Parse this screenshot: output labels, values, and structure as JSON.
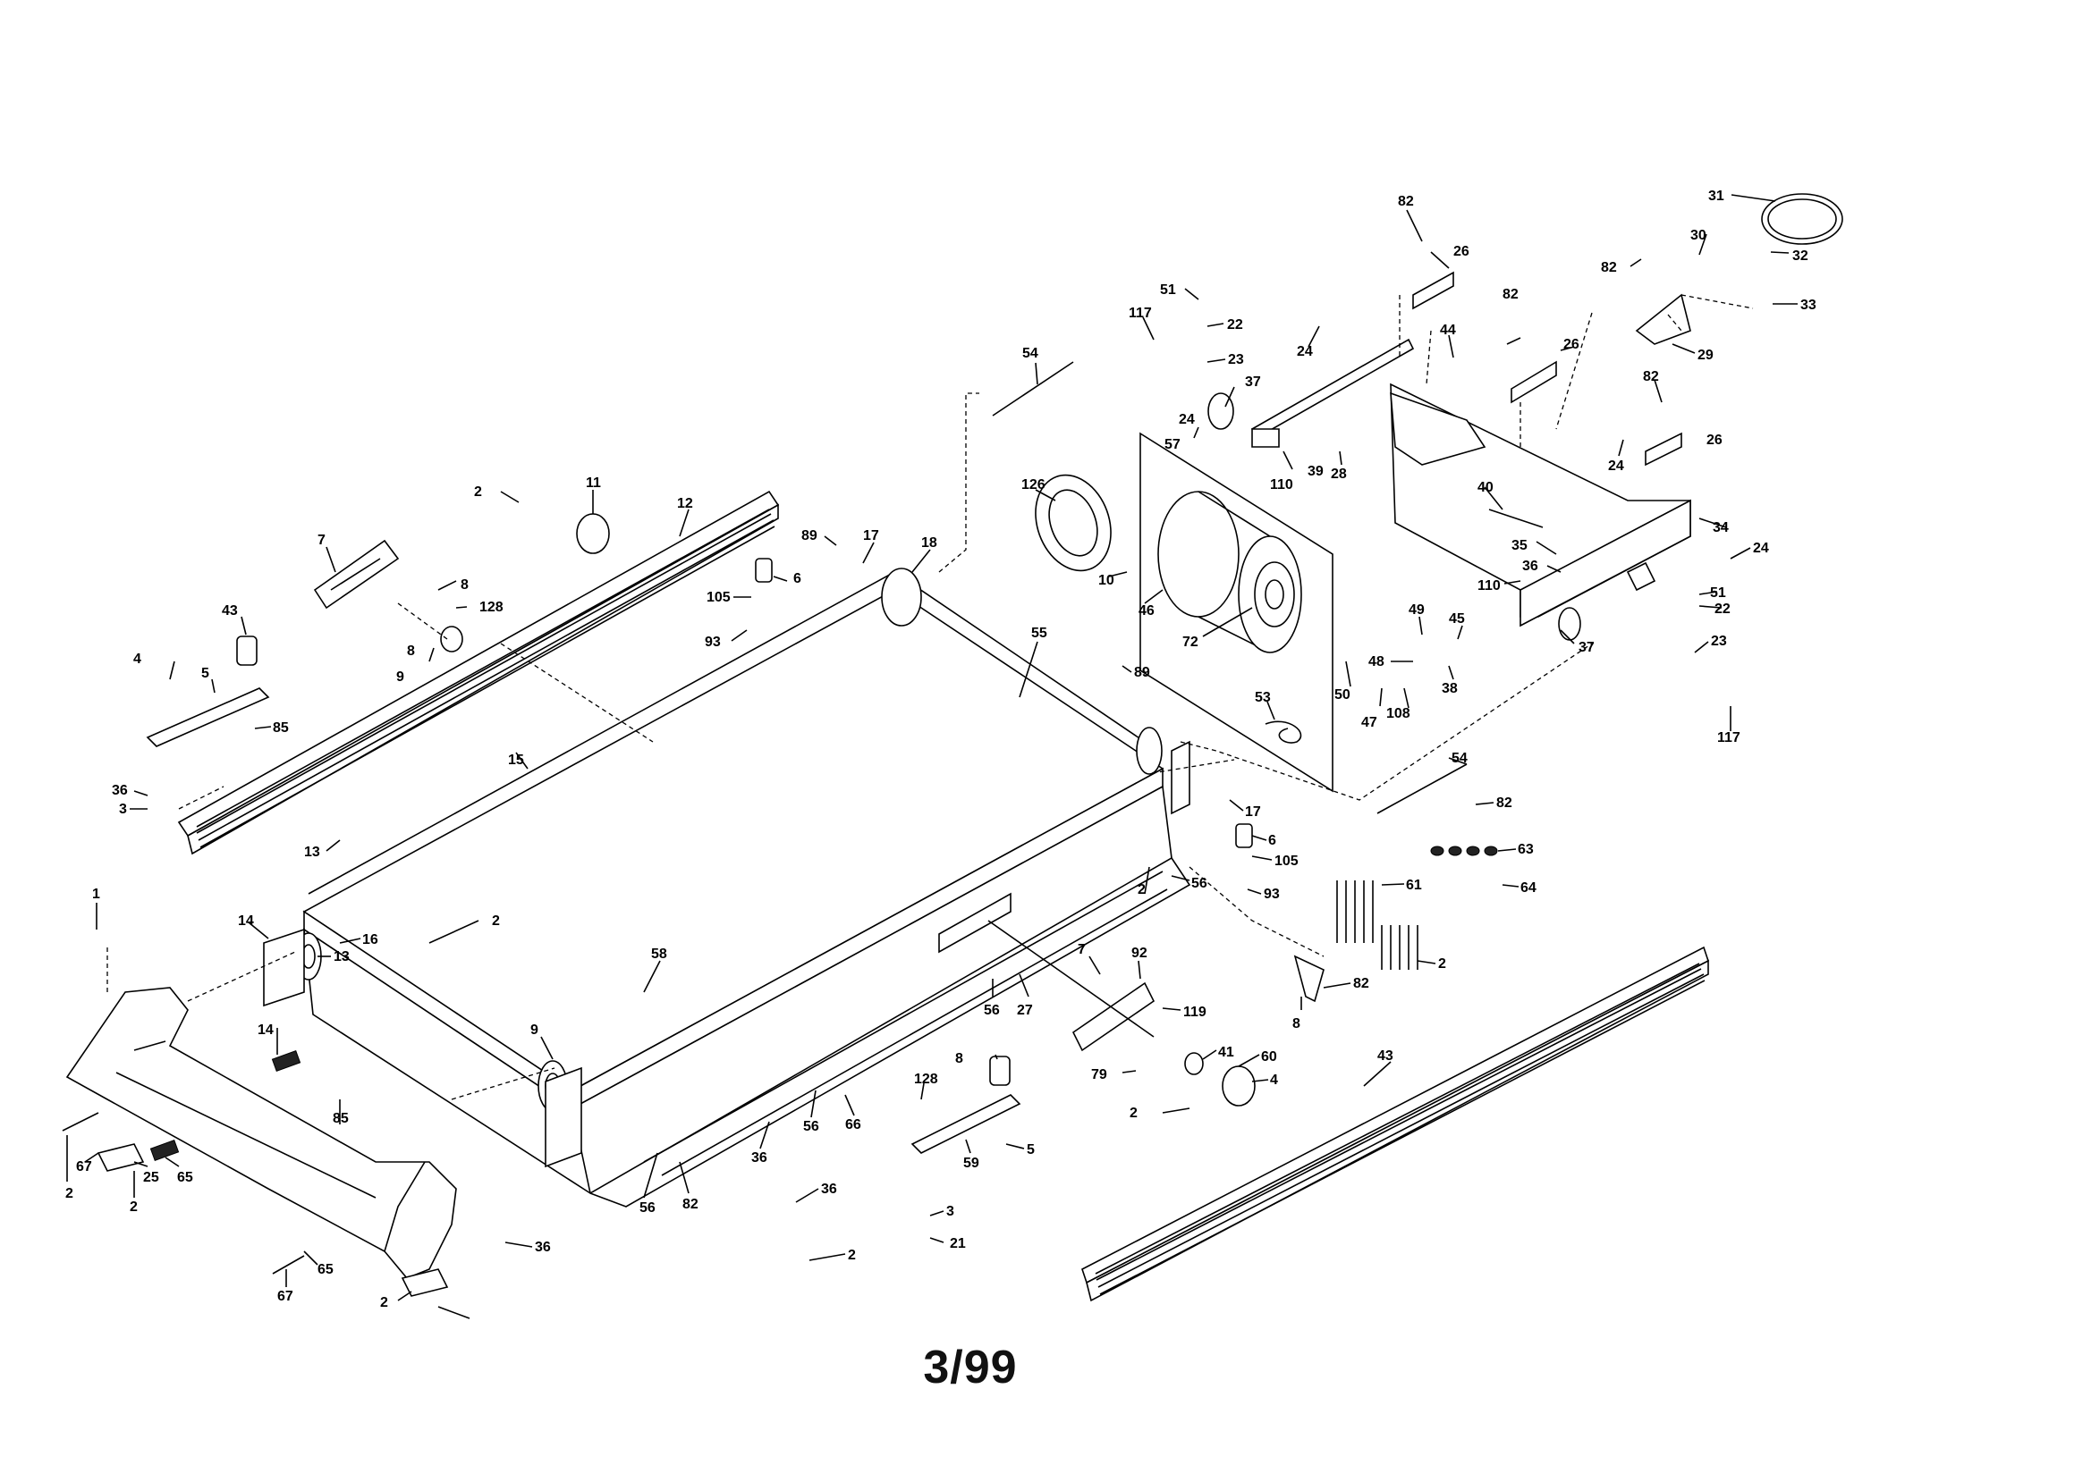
{
  "date_code": "3/99",
  "labels": [
    {
      "id": "lbl-82-a",
      "text": "82"
    },
    {
      "id": "lbl-26-a",
      "text": "26"
    },
    {
      "id": "lbl-31",
      "text": "31"
    },
    {
      "id": "lbl-30",
      "text": "30"
    },
    {
      "id": "lbl-82-b",
      "text": "82"
    },
    {
      "id": "lbl-32",
      "text": "32"
    },
    {
      "id": "lbl-33",
      "text": "33"
    },
    {
      "id": "lbl-29",
      "text": "29"
    },
    {
      "id": "lbl-51-a",
      "text": "51"
    },
    {
      "id": "lbl-22-a",
      "text": "22"
    },
    {
      "id": "lbl-117-a",
      "text": "117"
    },
    {
      "id": "lbl-23-a",
      "text": "23"
    },
    {
      "id": "lbl-24-a",
      "text": "24"
    },
    {
      "id": "lbl-44",
      "text": "44"
    },
    {
      "id": "lbl-82-c",
      "text": "82"
    },
    {
      "id": "lbl-26-b",
      "text": "26"
    },
    {
      "id": "lbl-54-a",
      "text": "54"
    },
    {
      "id": "lbl-37-a",
      "text": "37"
    },
    {
      "id": "lbl-82-d",
      "text": "82"
    },
    {
      "id": "lbl-26-c",
      "text": "26"
    },
    {
      "id": "lbl-24-b",
      "text": "24"
    },
    {
      "id": "lbl-57",
      "text": "57"
    },
    {
      "id": "lbl-110-a",
      "text": "110"
    },
    {
      "id": "lbl-39",
      "text": "39"
    },
    {
      "id": "lbl-28",
      "text": "28"
    },
    {
      "id": "lbl-24-c",
      "text": "24"
    },
    {
      "id": "lbl-126",
      "text": "126"
    },
    {
      "id": "lbl-40",
      "text": "40"
    },
    {
      "id": "lbl-34",
      "text": "34"
    },
    {
      "id": "lbl-35",
      "text": "35"
    },
    {
      "id": "lbl-24-d",
      "text": "24"
    },
    {
      "id": "lbl-36-a",
      "text": "36"
    },
    {
      "id": "lbl-110-b",
      "text": "110"
    },
    {
      "id": "lbl-51-b",
      "text": "51"
    },
    {
      "id": "lbl-22-b",
      "text": "22"
    },
    {
      "id": "lbl-2-a",
      "text": "2"
    },
    {
      "id": "lbl-11",
      "text": "11"
    },
    {
      "id": "lbl-12",
      "text": "12"
    },
    {
      "id": "lbl-89-a",
      "text": "89"
    },
    {
      "id": "lbl-17-a",
      "text": "17"
    },
    {
      "id": "lbl-18",
      "text": "18"
    },
    {
      "id": "lbl-7-a",
      "text": "7"
    },
    {
      "id": "lbl-6-a",
      "text": "6"
    },
    {
      "id": "lbl-10",
      "text": "10"
    },
    {
      "id": "lbl-105-a",
      "text": "105"
    },
    {
      "id": "lbl-46",
      "text": "46"
    },
    {
      "id": "lbl-8-a",
      "text": "8"
    },
    {
      "id": "lbl-128-a",
      "text": "128"
    },
    {
      "id": "lbl-43-a",
      "text": "43"
    },
    {
      "id": "lbl-93-a",
      "text": "93"
    },
    {
      "id": "lbl-55",
      "text": "55"
    },
    {
      "id": "lbl-72",
      "text": "72"
    },
    {
      "id": "lbl-49",
      "text": "49"
    },
    {
      "id": "lbl-45",
      "text": "45"
    },
    {
      "id": "lbl-37-b",
      "text": "37"
    },
    {
      "id": "lbl-23-b",
      "text": "23"
    },
    {
      "id": "lbl-8-b",
      "text": "8"
    },
    {
      "id": "lbl-9-a",
      "text": "9"
    },
    {
      "id": "lbl-4-a",
      "text": "4"
    },
    {
      "id": "lbl-5-a",
      "text": "5"
    },
    {
      "id": "lbl-48",
      "text": "48"
    },
    {
      "id": "lbl-89-b",
      "text": "89"
    },
    {
      "id": "lbl-50",
      "text": "50"
    },
    {
      "id": "lbl-38",
      "text": "38"
    },
    {
      "id": "lbl-117-b",
      "text": "117"
    },
    {
      "id": "lbl-85-a",
      "text": "85"
    },
    {
      "id": "lbl-53",
      "text": "53"
    },
    {
      "id": "lbl-47",
      "text": "47"
    },
    {
      "id": "lbl-108",
      "text": "108"
    },
    {
      "id": "lbl-15",
      "text": "15"
    },
    {
      "id": "lbl-54-b",
      "text": "54"
    },
    {
      "id": "lbl-36-b",
      "text": "36"
    },
    {
      "id": "lbl-3-a",
      "text": "3"
    },
    {
      "id": "lbl-17-b",
      "text": "17"
    },
    {
      "id": "lbl-82-e",
      "text": "82"
    },
    {
      "id": "lbl-6-b",
      "text": "6"
    },
    {
      "id": "lbl-13-a",
      "text": "13"
    },
    {
      "id": "lbl-63",
      "text": "63"
    },
    {
      "id": "lbl-105-b",
      "text": "105"
    },
    {
      "id": "lbl-56-a",
      "text": "56"
    },
    {
      "id": "lbl-61",
      "text": "61"
    },
    {
      "id": "lbl-93-b",
      "text": "93"
    },
    {
      "id": "lbl-64",
      "text": "64"
    },
    {
      "id": "lbl-2-b",
      "text": "2"
    },
    {
      "id": "lbl-2-c",
      "text": "2"
    },
    {
      "id": "lbl-1",
      "text": "1"
    },
    {
      "id": "lbl-14-a",
      "text": "14"
    },
    {
      "id": "lbl-16",
      "text": "16"
    },
    {
      "id": "lbl-13-b",
      "text": "13"
    },
    {
      "id": "lbl-58",
      "text": "58"
    },
    {
      "id": "lbl-7-b",
      "text": "7"
    },
    {
      "id": "lbl-92",
      "text": "92"
    },
    {
      "id": "lbl-2-d",
      "text": "2"
    },
    {
      "id": "lbl-56-b",
      "text": "56"
    },
    {
      "id": "lbl-27",
      "text": "27"
    },
    {
      "id": "lbl-82-f",
      "text": "82"
    },
    {
      "id": "lbl-8-c",
      "text": "8"
    },
    {
      "id": "lbl-119",
      "text": "119"
    },
    {
      "id": "lbl-14-b",
      "text": "14"
    },
    {
      "id": "lbl-9-b",
      "text": "9"
    },
    {
      "id": "lbl-41",
      "text": "41"
    },
    {
      "id": "lbl-60",
      "text": "60"
    },
    {
      "id": "lbl-43-b",
      "text": "43"
    },
    {
      "id": "lbl-8-d",
      "text": "8"
    },
    {
      "id": "lbl-79",
      "text": "79"
    },
    {
      "id": "lbl-4-b",
      "text": "4"
    },
    {
      "id": "lbl-128-b",
      "text": "128"
    },
    {
      "id": "lbl-2-e",
      "text": "2"
    },
    {
      "id": "lbl-56-c",
      "text": "56"
    },
    {
      "id": "lbl-66",
      "text": "66"
    },
    {
      "id": "lbl-85-b",
      "text": "85"
    },
    {
      "id": "lbl-5-b",
      "text": "5"
    },
    {
      "id": "lbl-59",
      "text": "59"
    },
    {
      "id": "lbl-36-c",
      "text": "36"
    },
    {
      "id": "lbl-67-a",
      "text": "67"
    },
    {
      "id": "lbl-25",
      "text": "25"
    },
    {
      "id": "lbl-65-a",
      "text": "65"
    },
    {
      "id": "lbl-2-f",
      "text": "2"
    },
    {
      "id": "lbl-2-g",
      "text": "2"
    },
    {
      "id": "lbl-56-d",
      "text": "56"
    },
    {
      "id": "lbl-82-g",
      "text": "82"
    },
    {
      "id": "lbl-36-d",
      "text": "36"
    },
    {
      "id": "lbl-3-b",
      "text": "3"
    },
    {
      "id": "lbl-21",
      "text": "21"
    },
    {
      "id": "lbl-2-h",
      "text": "2"
    },
    {
      "id": "lbl-36-e",
      "text": "36"
    },
    {
      "id": "lbl-65-b",
      "text": "65"
    },
    {
      "id": "lbl-67-b",
      "text": "67"
    },
    {
      "id": "lbl-2-i",
      "text": "2"
    }
  ]
}
